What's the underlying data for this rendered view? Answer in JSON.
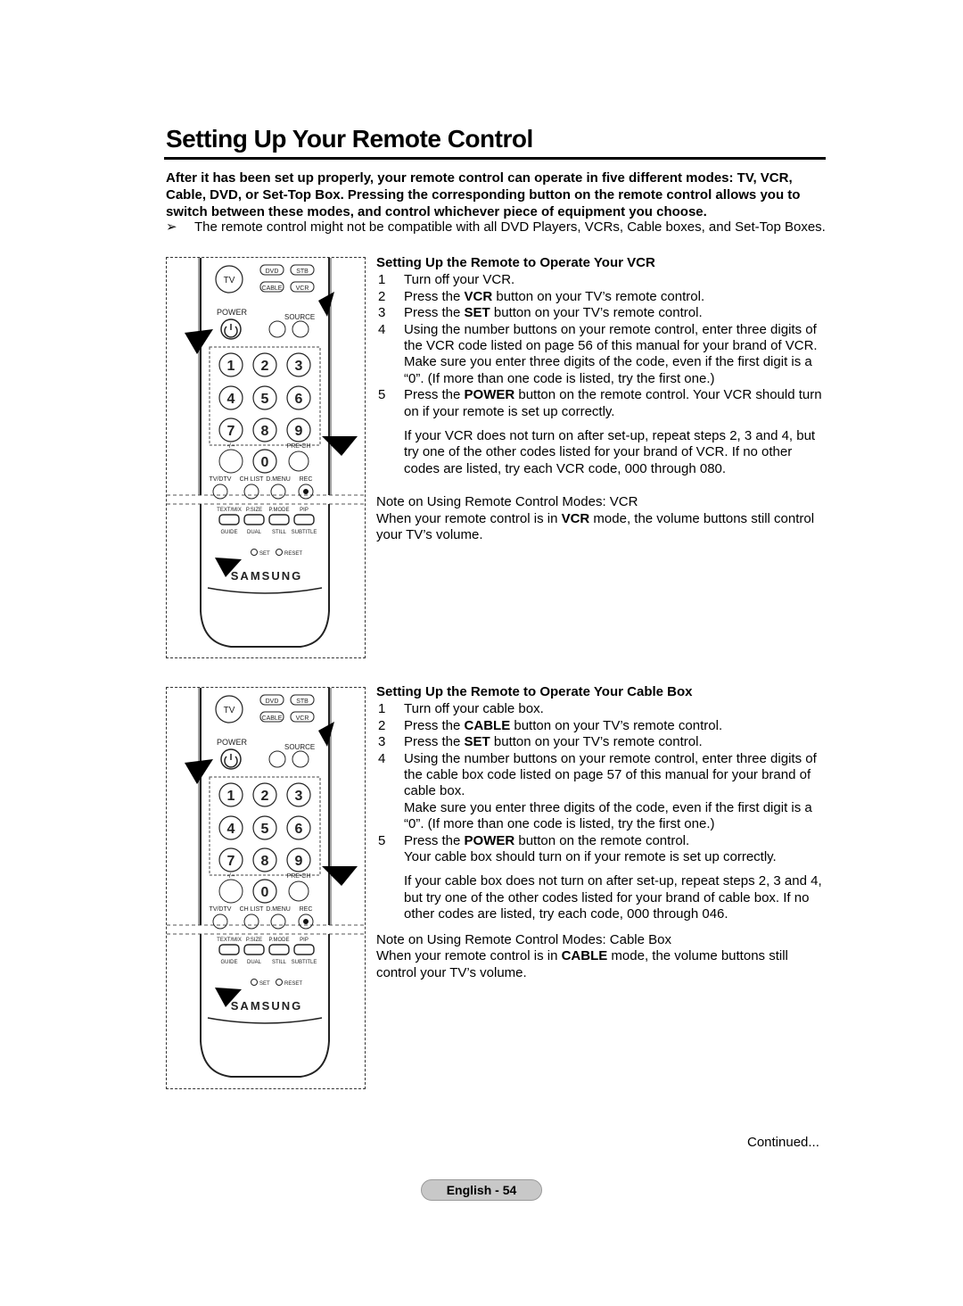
{
  "page": {
    "title": "Setting Up Your Remote Control",
    "intro": "After it has been set up properly, your remote control can operate in five different modes: TV, VCR, Cable, DVD, or Set-Top Box. Pressing the corresponding button on the remote control allows you to switch between these modes, and control whichever piece of equipment you choose.",
    "note_arrow": "➢",
    "note": "The remote control might not be compatible with all DVD Players, VCRs, Cable boxes, and Set-Top Boxes.",
    "continued": "Continued...",
    "page_label": "English - 54"
  },
  "remote": {
    "tv": "TV",
    "dvd": "DVD",
    "stb": "STB",
    "cable": "CABLE",
    "vcr": "VCR",
    "power": "POWER",
    "source": "SOURCE",
    "digits": [
      "1",
      "2",
      "3",
      "4",
      "5",
      "6",
      "7",
      "8",
      "9",
      "0"
    ],
    "dash": "-/--",
    "prech": "PRE-CH",
    "tvdtv": "TV/DTV",
    "chlist": "CH LIST",
    "dmenu": "D.MENU",
    "rec": "REC",
    "textmix": "TEXT/MIX",
    "psize": "P.SIZE",
    "pmode": "P.MODE",
    "pip": "PIP",
    "guide": "GUIDE",
    "dual": "DUAL",
    "still": "STILL",
    "subtitle": "SUBTITLE",
    "set": "SET",
    "reset": "RESET",
    "brand": "SAMSUNG"
  },
  "vcr": {
    "heading": "Setting Up the Remote to Operate Your VCR",
    "steps": [
      {
        "num": "1",
        "text": "Turn off your VCR."
      },
      {
        "num": "2",
        "pre": "Press the ",
        "bold": "VCR",
        "post": " button on your TV’s remote control."
      },
      {
        "num": "3",
        "pre": "Press the ",
        "bold": "SET",
        "post": " button on your TV’s remote control."
      },
      {
        "num": "4",
        "text": "Using the number buttons on your remote control, enter three digits of the VCR code listed on page 56 of this manual for your brand of VCR. Make sure you enter three digits of the code, even if the first digit is a “0”. (If more than one code is listed, try the first one.)"
      },
      {
        "num": "5",
        "pre": "Press the ",
        "bold": "POWER",
        "post": " button on the remote control. Your VCR should turn on if your remote is set up correctly."
      }
    ],
    "extra": "If your VCR does not turn on after set-up, repeat steps 2, 3 and 4, but try one of the other codes listed for your brand of VCR. If no other codes are listed, try each VCR code, 000 through 080.",
    "note_title": "Note on Using Remote Control Modes: VCR",
    "note_pre": "When your remote control is in ",
    "note_bold": "VCR",
    "note_post": " mode, the volume buttons still control your TV’s volume."
  },
  "cable": {
    "heading": "Setting Up the Remote to Operate Your Cable Box",
    "steps": [
      {
        "num": "1",
        "text": "Turn off your cable box."
      },
      {
        "num": "2",
        "pre": "Press the ",
        "bold": "CABLE",
        "post": " button on your TV’s remote control."
      },
      {
        "num": "3",
        "pre": "Press the ",
        "bold": "SET",
        "post": " button on your TV’s remote control."
      },
      {
        "num": "4",
        "text": "Using the number buttons on your remote control, enter three digits of the cable box code listed on page 57 of this manual for your brand of cable box.",
        "text2": "Make sure you enter three digits of the code, even if the first digit is a “0”. (If more than one code is listed, try the first one.)"
      },
      {
        "num": "5",
        "pre": "Press the ",
        "bold": "POWER",
        "post": " button on the remote control.",
        "text2": "Your cable box should turn on if your remote is set up correctly."
      }
    ],
    "extra": "If your cable box does not turn on after set-up, repeat steps 2, 3 and 4, but try one of the other codes listed for your brand of cable box. If no other codes are listed, try each code, 000 through 046.",
    "note_title": "Note on Using Remote Control Modes: Cable Box",
    "note_pre": "When your remote control is in ",
    "note_bold": "CABLE",
    "note_post": " mode, the volume buttons still control your TV’s volume."
  }
}
